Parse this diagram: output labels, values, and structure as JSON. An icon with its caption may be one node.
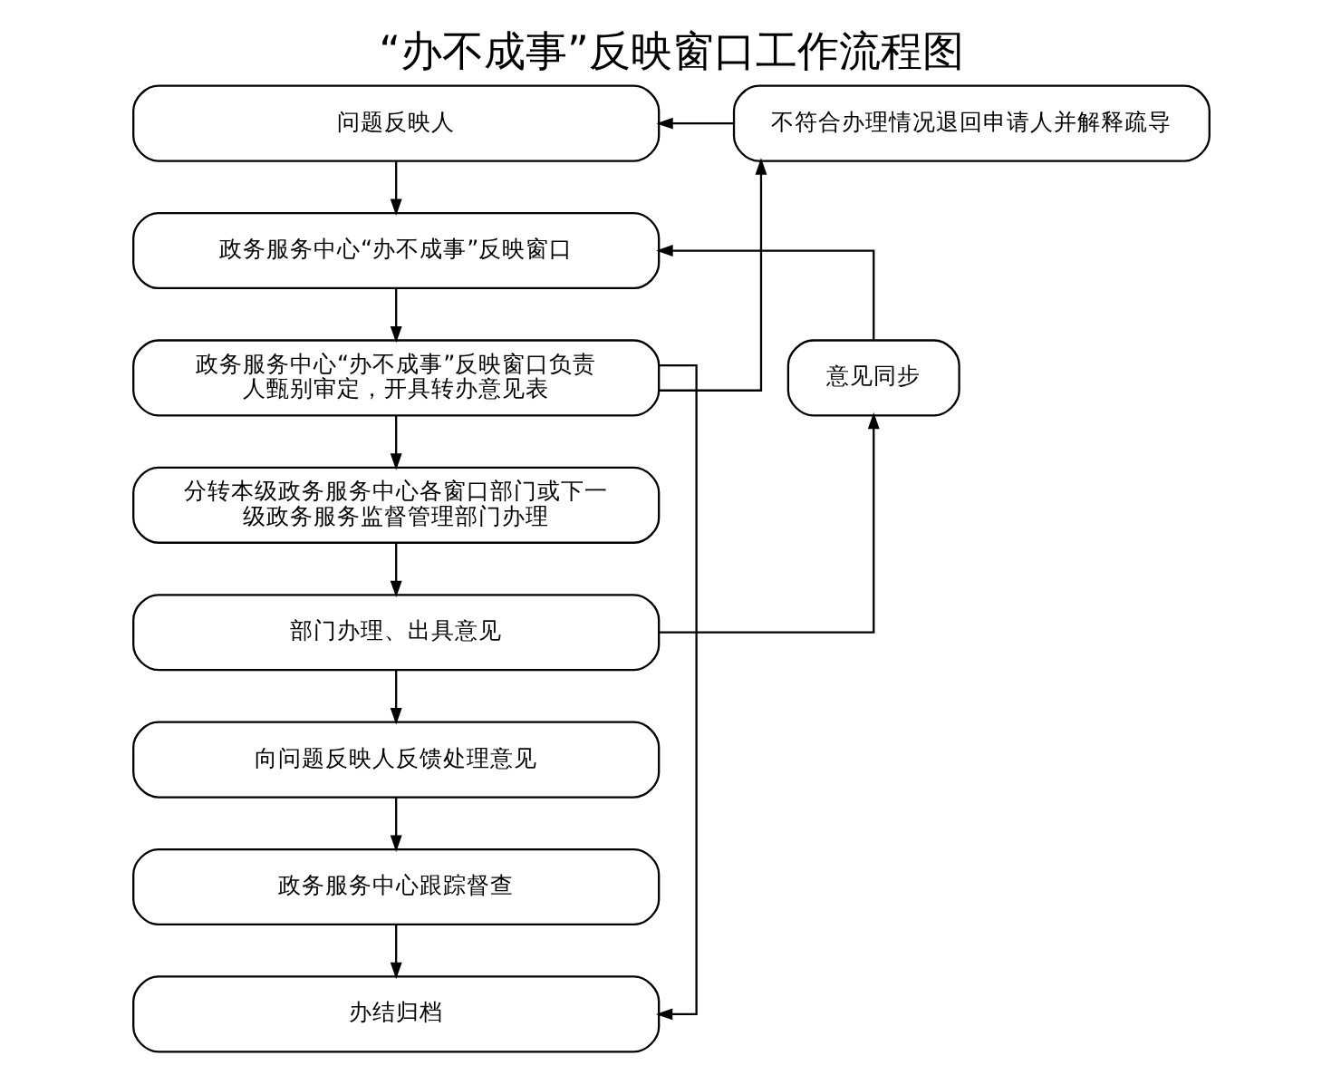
{
  "diagram": {
    "title": "“办不成事”反映窗口工作流程图",
    "nodes": [
      {
        "text": [
          "问题反映人"
        ]
      },
      {
        "text": [
          "政务服务中心“办不成事”反映窗口"
        ]
      },
      {
        "text": [
          "政务服务中心“办不成事”反映窗口负责人甄别审定，开具转办意见表"
        ]
      },
      {
        "text": [
          "分转本级政务服务中心各窗口部门或下一级政务服务监督管理部门办理"
        ]
      },
      {
        "text": [
          "部门办理、出具意见"
        ]
      },
      {
        "text": [
          "向问题反映人反馈处理意见"
        ]
      },
      {
        "text": [
          "政务服务中心跟踪督查"
        ]
      },
      {
        "text": [
          "办结归档"
        ]
      },
      {
        "text": [
          "不符合办理情况退回申请人并解释疏导"
        ]
      },
      {
        "text": [
          "意见同步"
        ]
      }
    ],
    "edges": [
      {
        "from": 0,
        "to": 1,
        "arrow": "to"
      },
      {
        "from": 1,
        "to": 2,
        "arrow": "to"
      },
      {
        "from": 2,
        "to": 3,
        "arrow": "to"
      },
      {
        "from": 3,
        "to": 4,
        "arrow": "to"
      },
      {
        "from": 4,
        "to": 5,
        "arrow": "to"
      },
      {
        "from": 5,
        "to": 6,
        "arrow": "to"
      },
      {
        "from": 6,
        "to": 7,
        "arrow": "to"
      },
      {
        "from": 2,
        "to": 8,
        "arrow": "to"
      },
      {
        "from": 8,
        "to": 0,
        "arrow": "to"
      },
      {
        "from": 2,
        "to": 7,
        "arrow": "to"
      },
      {
        "from": 4,
        "to": 9,
        "arrow": "to"
      },
      {
        "from": 9,
        "to": 1,
        "arrow": "to"
      }
    ]
  }
}
